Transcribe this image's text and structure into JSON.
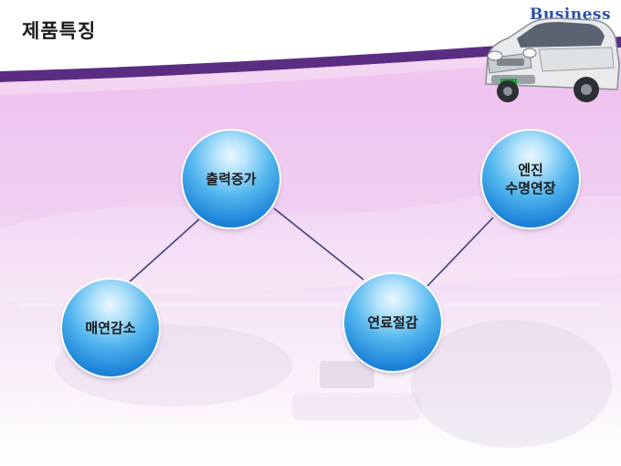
{
  "header": {
    "title": "제품특징",
    "brand": "Business"
  },
  "diagram": {
    "nodes": [
      {
        "id": "output",
        "label": "출력증가"
      },
      {
        "id": "engine",
        "label_line1": "엔진",
        "label_line2": "수명연장"
      },
      {
        "id": "cost",
        "label": "매연감소"
      },
      {
        "id": "fuel",
        "label": "연료절감"
      }
    ]
  },
  "colors": {
    "node_blue": "#1d83d9",
    "connector": "#3d3f7a",
    "background_pink": "#efc3ef"
  },
  "icons": {
    "car": "suv-car-image"
  }
}
